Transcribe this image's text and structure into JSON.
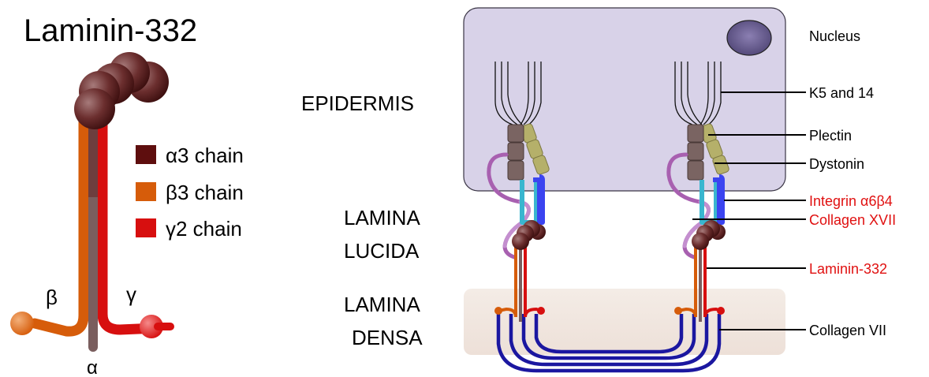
{
  "title": "Laminin-332",
  "legend": {
    "items": [
      {
        "label": "α3 chain",
        "color": "#5e0e0e"
      },
      {
        "label": "β3 chain",
        "color": "#d65c0a"
      },
      {
        "label": "γ2 chain",
        "color": "#d70f0f"
      }
    ]
  },
  "chain_letters": {
    "beta": "β",
    "gamma": "γ",
    "alpha": "α"
  },
  "layers": {
    "epidermis": "EPIDERMIS",
    "lamina_lucida": [
      "LAMINA",
      "LUCIDA"
    ],
    "lamina_densa": [
      "LAMINA",
      "DENSA"
    ]
  },
  "labels": [
    {
      "text": "Nucleus",
      "color": "#000000"
    },
    {
      "text": "K5 and 14",
      "color": "#000000"
    },
    {
      "text": "Plectin",
      "color": "#000000"
    },
    {
      "text": "Dystonin",
      "color": "#000000"
    },
    {
      "text": "Integrin α6β4",
      "color": "#e01010"
    },
    {
      "text": "Collagen XVII",
      "color": "#e01010"
    },
    {
      "text": "Laminin-332",
      "color": "#e01010"
    },
    {
      "text": "Collagen VII",
      "color": "#000000"
    }
  ],
  "colors": {
    "alpha_chain": "#7a5e5e",
    "beta_chain": "#d65c0a",
    "gamma_chain": "#d70f0f",
    "cell": "#d8d2e8",
    "nucleus": "#6a5f8a",
    "densa": "#f1e6e0",
    "plectin": "#7a6462",
    "dystonin": "#b5b06a",
    "integrin_light": "#39b6cf",
    "integrin_dark": "#3b44f0",
    "collagen_xvii": "#b067b8",
    "collagen_vii": "#1b17a0"
  }
}
